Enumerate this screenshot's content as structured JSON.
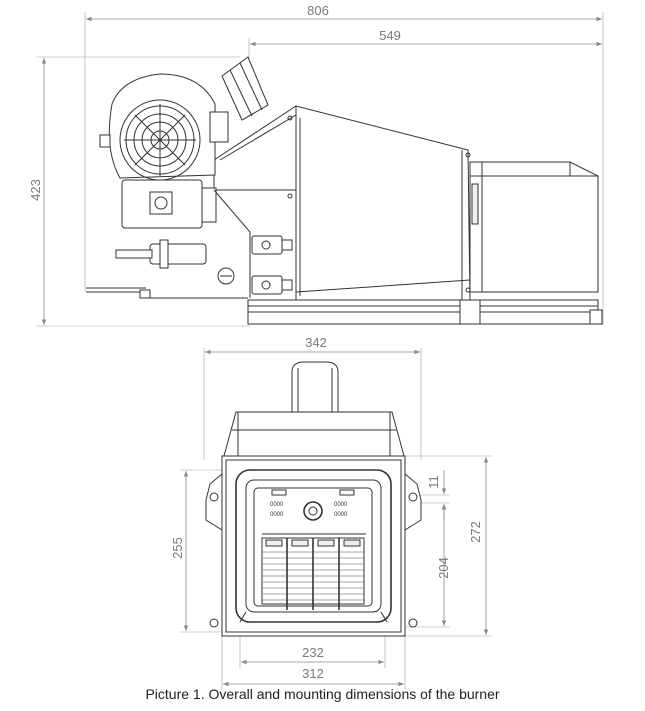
{
  "caption": "Picture 1. Overall and mounting dimensions of the burner",
  "side_view": {
    "dim_overall_length": "806",
    "dim_body_length": "549",
    "dim_height": "423"
  },
  "front_view": {
    "dim_top_width": "342",
    "dim_flange_height": "255",
    "dim_frame_height": "272",
    "dim_offset_top": "11",
    "dim_hole_spacing": "204",
    "dim_hole_width": "232",
    "dim_flange_width": "312"
  }
}
